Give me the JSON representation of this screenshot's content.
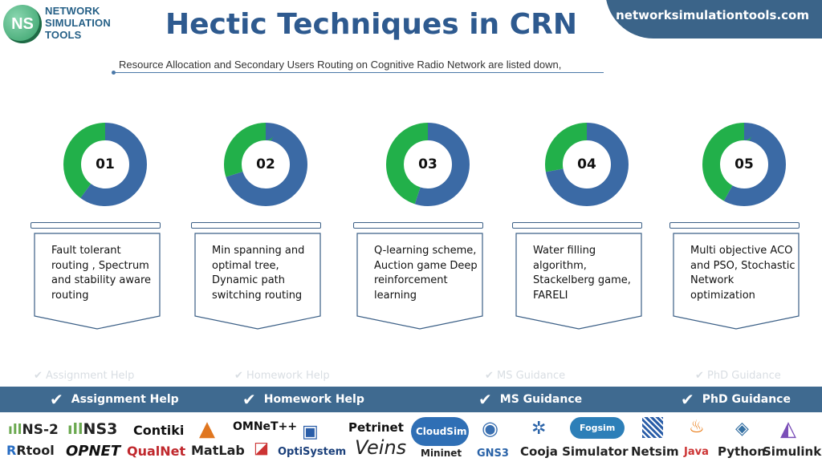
{
  "header": {
    "logo_badge": "NS",
    "logo_line1": "NETWORK",
    "logo_line2": "SIMULATION",
    "logo_line3": "TOOLS",
    "title": "Hectic Techniques in CRN",
    "url": "networksimulationtools.com",
    "subtitle": "Resource Allocation and Secondary Users Routing on Cognitive Radio Network are listed down,"
  },
  "colors": {
    "blue": "#3b6aa5",
    "green": "#22b04a",
    "bar": "#3f6a90",
    "title": "#2e5a8f"
  },
  "steps": [
    {
      "number": "01",
      "text": "Fault tolerant routing , Spectrum and stability aware routing",
      "blue_fraction": 0.6
    },
    {
      "number": "02",
      "text": "Min spanning and optimal tree, Dynamic path switching routing",
      "blue_fraction": 0.7
    },
    {
      "number": "03",
      "text": "Q-learning scheme, Auction game Deep reinforcement learning",
      "blue_fraction": 0.55
    },
    {
      "number": "04",
      "text": "Water filling algorithm, Stackelberg game, FARELI",
      "blue_fraction": 0.72
    },
    {
      "number": "05",
      "text": "Multi objective ACO and PSO, Stochastic Network optimization",
      "blue_fraction": 0.58
    }
  ],
  "services": [
    "Assignment Help",
    "Homework Help",
    "MS  Guidance",
    "PhD  Guidance"
  ],
  "tools": [
    "NS-2",
    "NS3",
    "Contiki",
    "OMNeT++",
    "Petrinet",
    "Rtool",
    "OPNET",
    "QualNet",
    "MatLab",
    "OptiSystem",
    "Veins",
    "CloudSim",
    "Mininet",
    "GNS3",
    "Fogsim",
    "Cooja Simulator",
    "Netsim",
    "Java",
    "Python",
    "Simulink"
  ]
}
